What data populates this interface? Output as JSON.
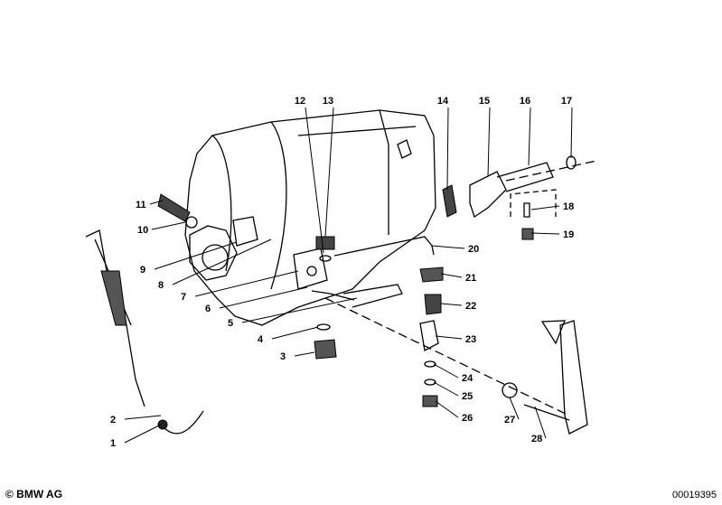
{
  "diagram": {
    "callouts": [
      "1",
      "2",
      "3",
      "4",
      "5",
      "6",
      "7",
      "8",
      "9",
      "10",
      "11",
      "12",
      "13",
      "14",
      "15",
      "16",
      "17",
      "18",
      "19",
      "20",
      "21",
      "22",
      "23",
      "24",
      "25",
      "26",
      "27",
      "28"
    ]
  },
  "footer": {
    "copyright": "© BMW AG",
    "image_number": "00019395"
  }
}
